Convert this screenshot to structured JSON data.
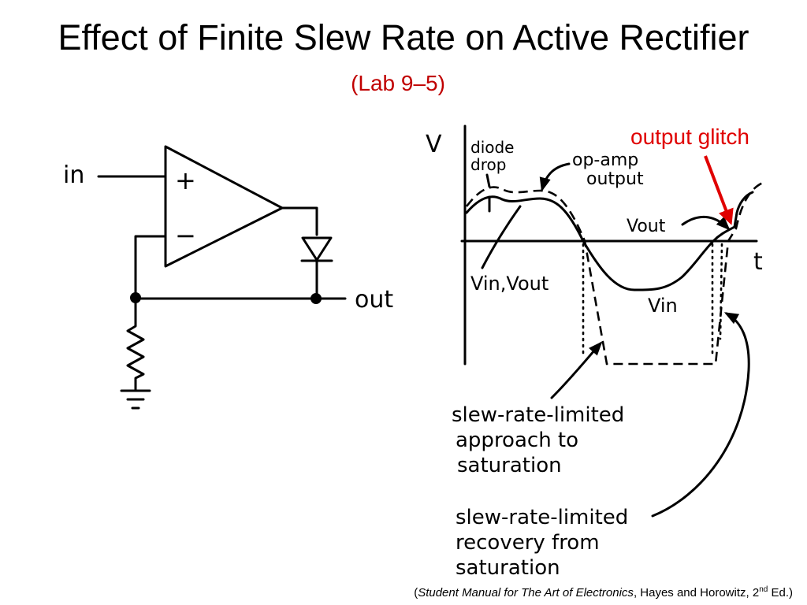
{
  "slide": {
    "title": "Effect of Finite Slew Rate on Active Rectifier",
    "subtitle": "(Lab 9–5)",
    "accent_color": "#c00000",
    "arrow_color": "#e00000"
  },
  "circuit": {
    "in_label": "in",
    "plus_label": "+",
    "minus_label": "−",
    "out_label": "out"
  },
  "waveform": {
    "v_axis_label": "V",
    "t_axis_label": "t",
    "diode_drop_line1": "diode",
    "diode_drop_line2": "drop",
    "opamp_line1": "op-amp",
    "opamp_line2": "output",
    "vin_vout_label": "Vin,Vout",
    "vout_label": "Vout",
    "vin_label": "Vin",
    "output_glitch_label": "output glitch"
  },
  "annotations": {
    "approach_line1": "slew-rate-limited",
    "approach_line2": "approach to",
    "approach_line3": "saturation",
    "recovery_line1": "slew-rate-limited",
    "recovery_line2": "recovery from",
    "recovery_line3": "saturation"
  },
  "citation": {
    "open": "(",
    "book": "Student Manual for The Art of Electronics",
    "authors": ", Hayes and Horowitz, 2",
    "sup": "nd",
    "tail": " Ed.)"
  }
}
